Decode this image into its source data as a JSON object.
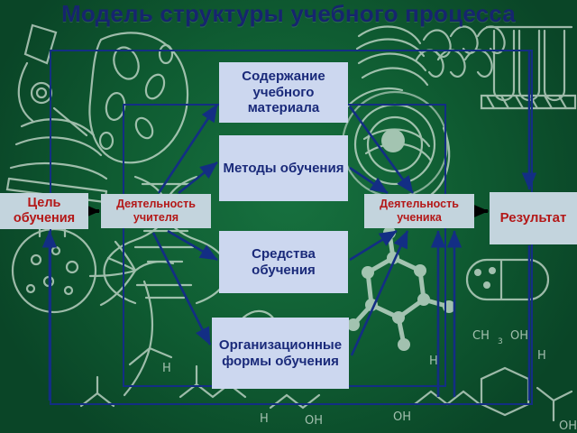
{
  "slide": {
    "title": "Модель структуры учебного процесса",
    "background_color": "#0f5c32",
    "accent_line_color": "#132e84",
    "box_fill_blue": "#ccd7ef",
    "box_fill_gray": "#c3d4dd",
    "text_blue": "#1a2a7a",
    "text_red": "#b41818"
  },
  "boxes": {
    "content": {
      "label": "Содержание учебного материала"
    },
    "methods": {
      "label": "Методы обучения"
    },
    "means": {
      "label": "Средства обучения"
    },
    "forms": {
      "label": "Организационные формы обучения"
    },
    "goal": {
      "label": "Цель обучения"
    },
    "teacher": {
      "label": "Деятельность учителя"
    },
    "student": {
      "label": "Деятельность ученика"
    },
    "result": {
      "label": "Результат"
    }
  }
}
